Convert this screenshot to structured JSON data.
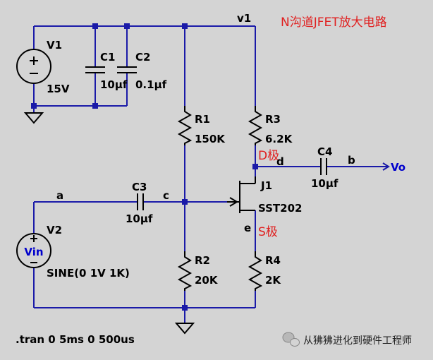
{
  "title": "N沟道JFET放大电路",
  "nets": {
    "v1": "v1",
    "a": "a",
    "b": "b",
    "c": "c",
    "d": "d",
    "e": "e"
  },
  "output": {
    "label": "Vo"
  },
  "pins": {
    "drain": "D极",
    "source": "S极"
  },
  "components": {
    "V1": {
      "name": "V1",
      "value": "15V"
    },
    "C1": {
      "name": "C1",
      "value": "10µf"
    },
    "C2": {
      "name": "C2",
      "value": "0.1µf"
    },
    "R1": {
      "name": "R1",
      "value": "150K"
    },
    "R3": {
      "name": "R3",
      "value": "6.2K"
    },
    "C4": {
      "name": "C4",
      "value": "10µf"
    },
    "J1": {
      "name": "J1",
      "value": "SST202"
    },
    "C3": {
      "name": "C3",
      "value": "10µf"
    },
    "V2": {
      "name": "V2",
      "value": "SINE(0 1V 1K)",
      "symbol": "Vin"
    },
    "R2": {
      "name": "R2",
      "value": "20K"
    },
    "R4": {
      "name": "R4",
      "value": "2K"
    }
  },
  "directive": ".tran 0 5ms 0 500us",
  "watermark": {
    "text": "从狒狒进化到硬件工程师",
    "icon": "wechat-icon"
  },
  "colors": {
    "background": "#d4d4d4",
    "wire": "#1a1aa8",
    "title": "#e02020",
    "output": "#0000cc"
  }
}
